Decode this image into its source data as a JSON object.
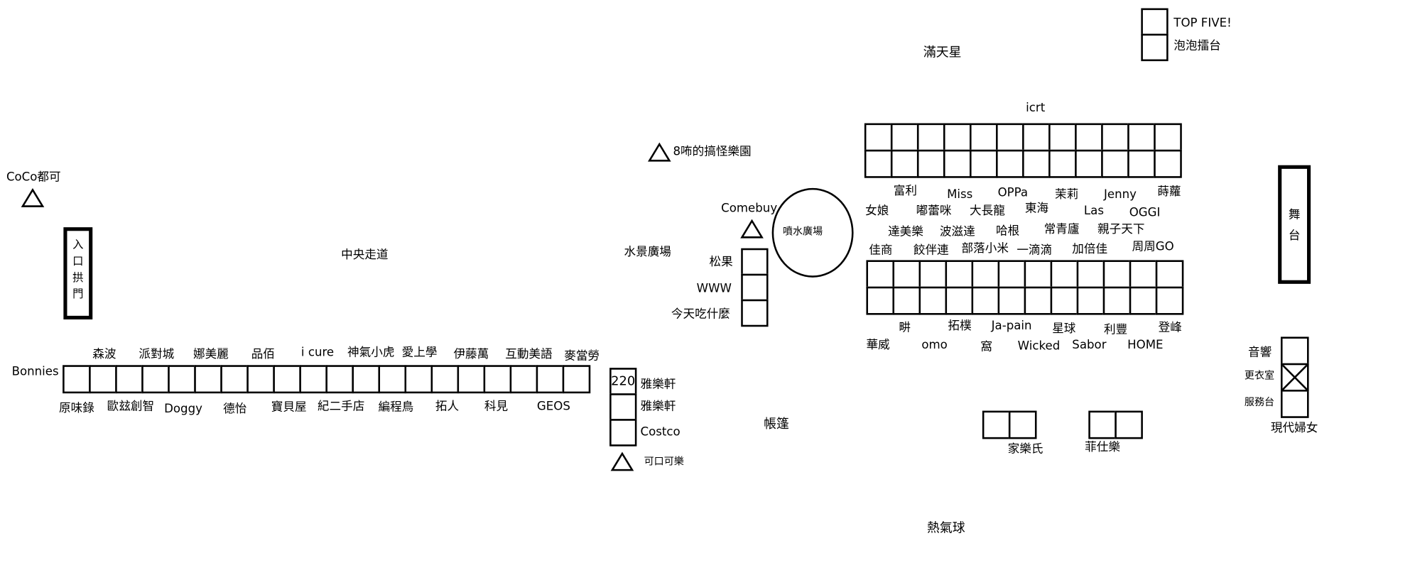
{
  "top": {
    "star": "滿天星",
    "top_five": "TOP FIVE!",
    "bubble": "泡泡擂台",
    "icrt": "icrt",
    "band": "8咘的搞怪樂園"
  },
  "left": {
    "coco": "CoCo都可",
    "gate_chars": [
      "入",
      "口",
      "拱",
      "門"
    ],
    "corridor": "中央走道",
    "bonnies": "Bonnies"
  },
  "bottom_row_top_labels": [
    "森波",
    "派對城",
    "娜美麗",
    "品佰",
    "i cure",
    "神氣小虎",
    "愛上學",
    "伊藤萬",
    "互動美語",
    "麥當勞"
  ],
  "bottom_row_bottom_labels": [
    "原味錄",
    "歐玆創智",
    "Doggy",
    "德怡",
    "寶貝屋",
    "紀二手店",
    "編程鳥",
    "拓人",
    "科見",
    "GEOS"
  ],
  "yale": {
    "box_num": "220",
    "label1": "雅樂軒",
    "label2": "雅樂軒",
    "costco": "Costco",
    "coke": "可口可樂"
  },
  "middle": {
    "tent": "帳篷",
    "water_plaza": "水景廣場",
    "fountain": "噴水廣場",
    "comebuy": "Comebuy",
    "stand_labels": [
      "松果",
      "WWW",
      "今天吃什麼"
    ],
    "balloon": "熱氣球"
  },
  "upper_block_labels": [
    "富利",
    "Miss",
    "OPPa",
    "茉莉",
    "Jenny",
    "蒔蘿",
    "女娘",
    "嘟蕾咪",
    "大長龍",
    "東海",
    "Las",
    "OGGI",
    "達美樂",
    "波滋達",
    "哈根",
    "常青廬",
    "親子天下",
    "佳商",
    "餃伴連",
    "部落小米",
    "一滴滴",
    "加倍佳",
    "周周GO"
  ],
  "lower_block_labels": [
    "畊",
    "拓樸",
    "Ja-pain",
    "星球",
    "利豐",
    "登峰",
    "華威",
    "omo",
    "窩",
    "Wicked",
    "Sabor",
    "HOME"
  ],
  "family": {
    "jiale": "家樂氏",
    "feishi": "菲仕樂"
  },
  "right": {
    "stage_chars": [
      "舞",
      "台"
    ],
    "audio": "音響",
    "changing": "更衣室",
    "service": "服務台",
    "modern_woman": "現代婦女"
  }
}
